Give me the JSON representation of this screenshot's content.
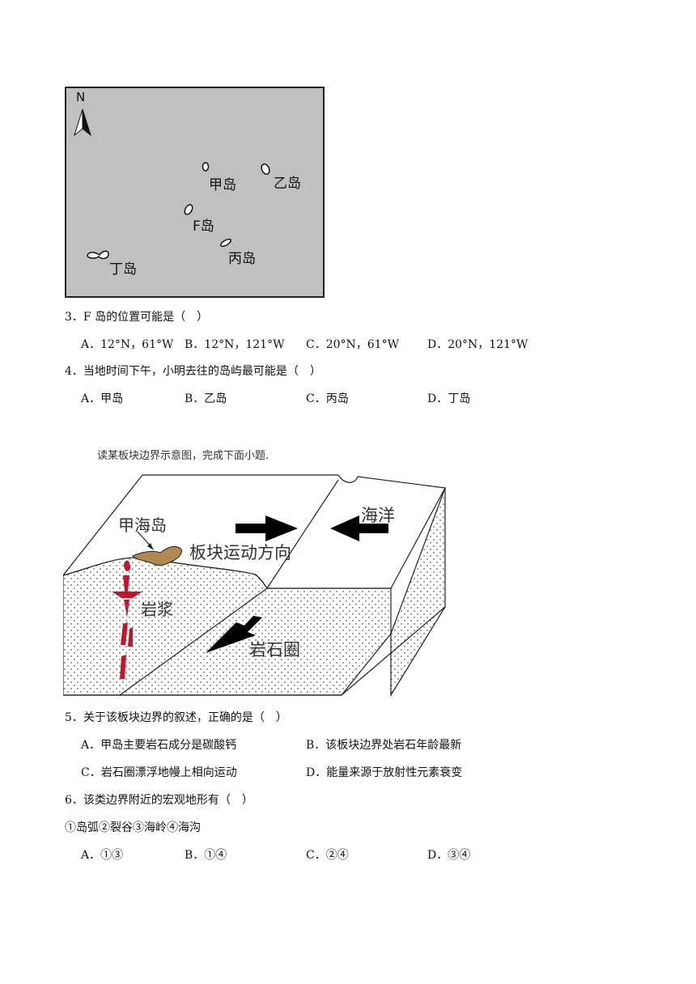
{
  "map": {
    "north_label": "N",
    "islands": {
      "jia": "甲岛",
      "yi": "乙岛",
      "f": "F岛",
      "bing": "丙岛",
      "ding": "丁岛"
    }
  },
  "q3": {
    "stem": "3．F 岛的位置可能是（　）",
    "options": [
      "A．12°N，61°W",
      "B．12°N，121°W",
      "C．20°N，61°W",
      "D．20°N，121°W"
    ]
  },
  "q4": {
    "stem": "4．当地时间下午，小明去往的岛屿最可能是（　）",
    "options": [
      "A．甲岛",
      "B．乙岛",
      "C．丙岛",
      "D．丁岛"
    ]
  },
  "intro": "读某板块边界示意图，完成下面小题.",
  "diagram": {
    "jia_island": "甲海岛",
    "motion": "板块运动方向",
    "ocean": "海洋",
    "magma": "岩浆",
    "lithosphere": "岩石圈"
  },
  "q5": {
    "stem": "5．关于该板块边界的叙述，正确的是（　）",
    "options": [
      "A．甲岛主要岩石成分是碳酸钙",
      "B．该板块边界处岩石年龄最新",
      "C．岩石圈漂浮地幔上相向运动",
      "D．能量来源于放射性元素衰变"
    ]
  },
  "q6": {
    "stem": "6．该类边界附近的宏观地形有（　）",
    "sub": "①岛弧②裂谷③海岭④海沟",
    "options": [
      "A．①③",
      "B．①④",
      "C．②④",
      "D．③④"
    ]
  },
  "colors": {
    "map_bg": "#c0c0c0",
    "magma": "#c0182a",
    "island": "#b08850"
  }
}
